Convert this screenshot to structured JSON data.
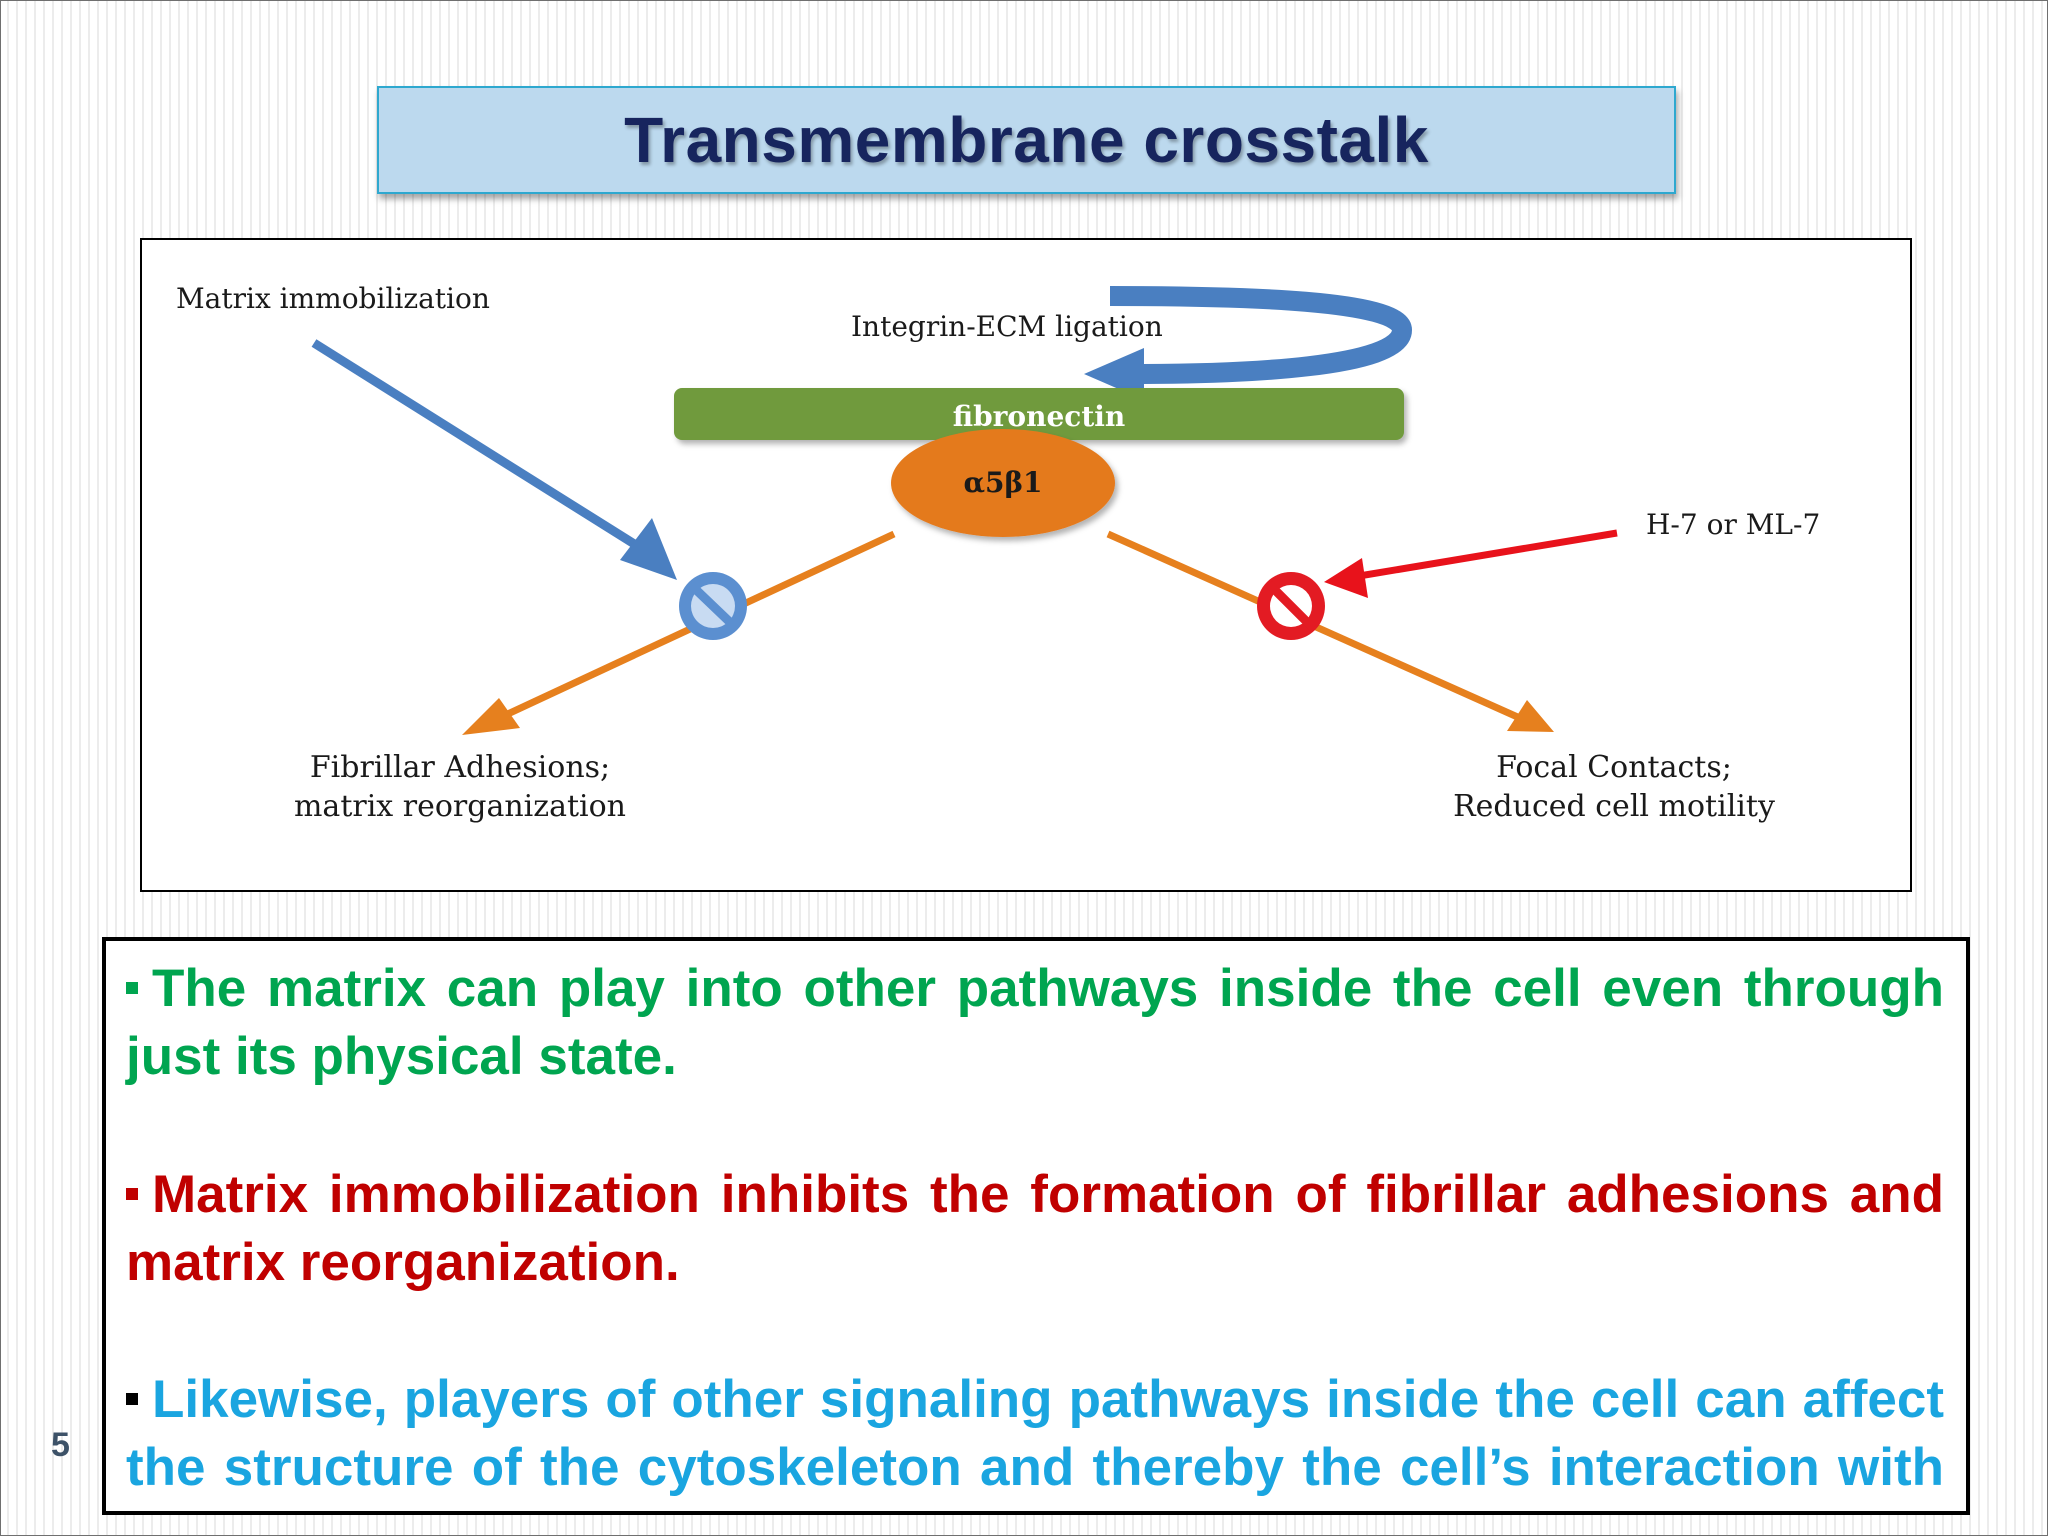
{
  "slide": {
    "title": "Transmembrane crosstalk",
    "page_number": "5"
  },
  "diagram": {
    "labels": {
      "matrix_immobilization": "Matrix immobilization",
      "integrin_ecm_ligation": "Integrin-ECM ligation",
      "fibronectin": "fibronectin",
      "integrin": "α5β1",
      "inhibitor": "H-7 or ML-7",
      "left_outcome_line1": "Fibrillar Adhesions;",
      "left_outcome_line2": "matrix reorganization",
      "right_outcome_line1": "Focal Contacts;",
      "right_outcome_line2": "Reduced cell motility"
    },
    "colors": {
      "blue_arrow": "#4a7fc1",
      "orange_arrow": "#e6801e",
      "red_arrow": "#e8121b",
      "fibronectin_bar": "#6f9a3c",
      "integrin_ellipse": "#e47a1f",
      "blue_block_icon": "#5b8fd0",
      "red_block_icon": "#e31b23"
    },
    "icons": {
      "left_block": "no-entry-blue-icon",
      "right_block": "no-entry-red-icon"
    }
  },
  "bullets": [
    {
      "text": "The matrix can play into other pathways inside the cell even through just its physical state.",
      "color": "#00a550"
    },
    {
      "text": "Matrix immobilization inhibits the formation of fibrillar adhesions and matrix reorganization.",
      "color": "#c00000"
    },
    {
      "text": "Likewise, players of other signaling pathways inside the cell can affect the structure of the cytoskeleton and thereby the cell’s interaction with the ECM.",
      "color": "#1aa5e0"
    }
  ]
}
